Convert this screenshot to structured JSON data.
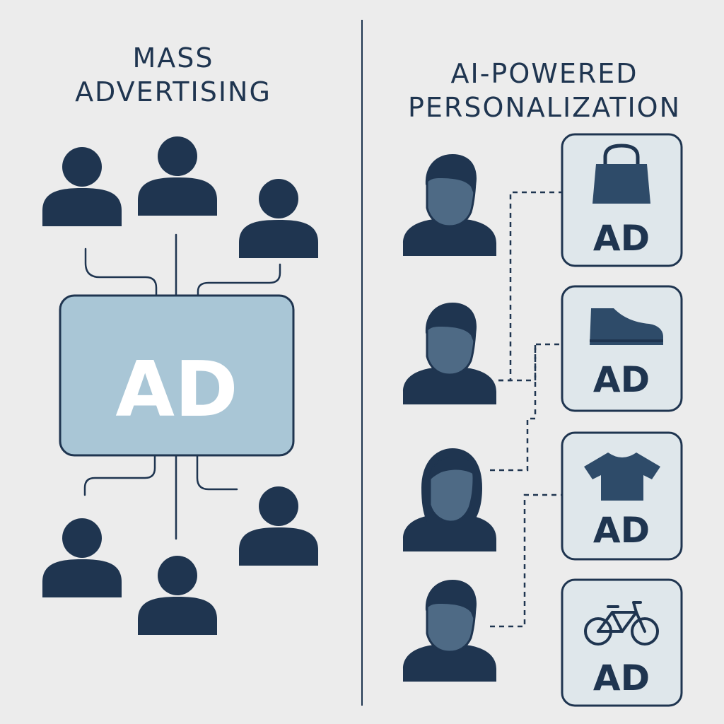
{
  "left": {
    "title_line1": "MASS",
    "title_line2": "ADVERTISING",
    "ad_label": "AD"
  },
  "right": {
    "title_line1": "AI-POWERED",
    "title_line2": "PERSONALIZATION",
    "ads": [
      {
        "icon": "shopping-bag-icon",
        "label": "AD"
      },
      {
        "icon": "shoe-icon",
        "label": "AD"
      },
      {
        "icon": "tshirt-icon",
        "label": "AD"
      },
      {
        "icon": "bicycle-icon",
        "label": "AD"
      }
    ]
  },
  "colors": {
    "background": "#ececec",
    "navy": "#1f3550",
    "face_fill": "#4e6a85",
    "ad_panel": "#a9c6d6",
    "ad_card": "#dfe7eb",
    "ad_text_light": "#ffffff"
  }
}
